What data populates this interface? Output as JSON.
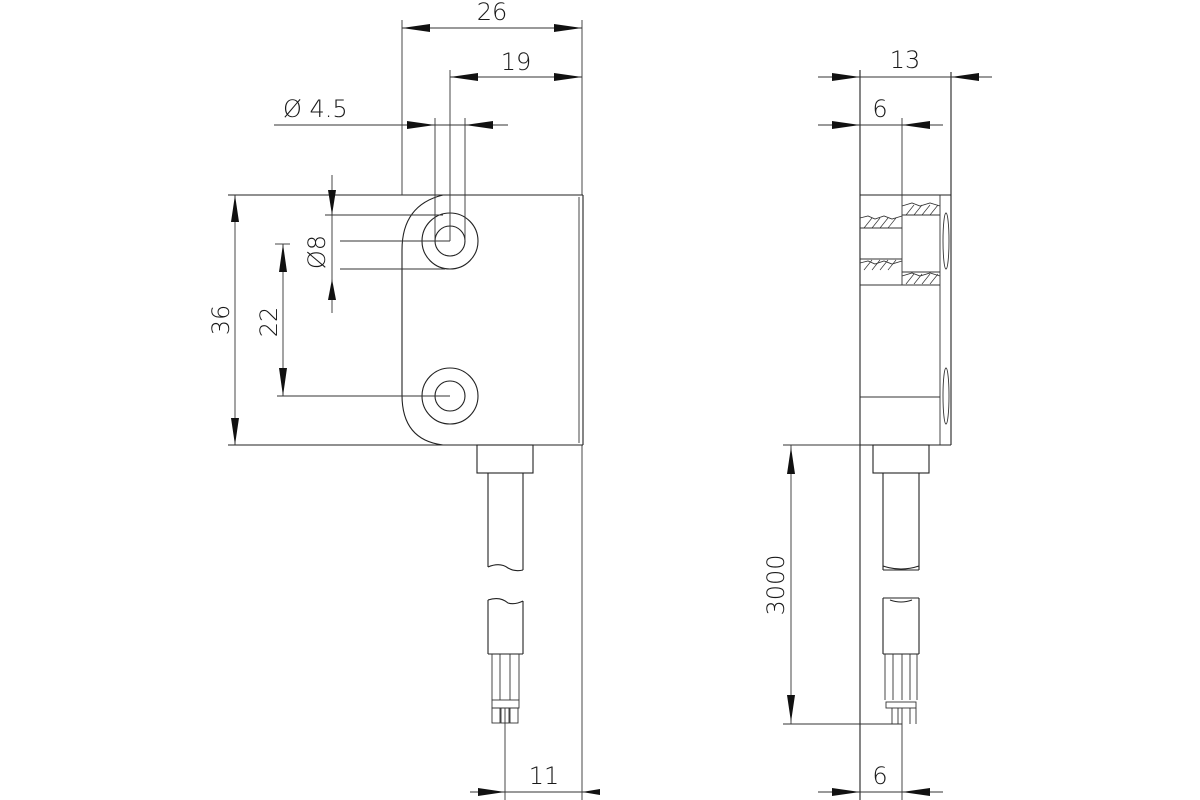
{
  "drawing": {
    "type": "technical-drawing",
    "subject": "rectangular sensor housing with cable",
    "colors": {
      "line": "#222222",
      "background": "#ffffff"
    },
    "front_view": {
      "dimensions": {
        "overall_width": "26",
        "hole_to_edge": "19",
        "hole_diameter": "Ø 4.5",
        "counterbore_diameter": "Ø8",
        "overall_height": "36",
        "hole_spacing": "22",
        "cable_offset": "11"
      }
    },
    "side_view": {
      "dimensions": {
        "overall_depth": "13",
        "step_depth": "6",
        "cable_length": "3000",
        "cable_offset": "6"
      }
    }
  }
}
